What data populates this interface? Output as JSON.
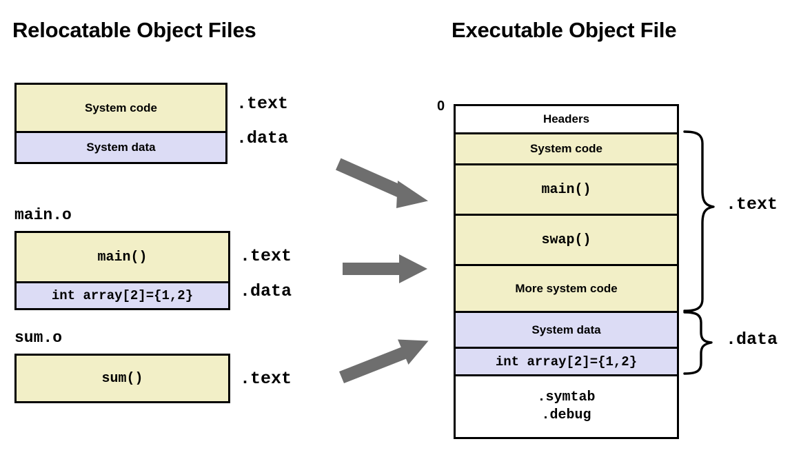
{
  "columns": {
    "left": {
      "title": "Relocatable Object Files",
      "files": [
        {
          "caption": "",
          "segments": [
            {
              "label": "System code",
              "style": "sans",
              "fill": "code",
              "tag": ".text"
            },
            {
              "label": "System data",
              "style": "sans",
              "fill": "data",
              "tag": ".data"
            }
          ]
        },
        {
          "caption": "main.o",
          "segments": [
            {
              "label": "main()",
              "style": "mono",
              "fill": "code",
              "tag": ".text"
            },
            {
              "label": "int array[2]={1,2}",
              "style": "mono-sm",
              "fill": "data",
              "tag": ".data"
            }
          ]
        },
        {
          "caption": "sum.o",
          "segments": [
            {
              "label": "sum()",
              "style": "mono",
              "fill": "code",
              "tag": ".text"
            }
          ]
        }
      ]
    },
    "right": {
      "title": "Executable Object File",
      "start_address": "0",
      "segments": [
        {
          "label": "Headers",
          "style": "sans",
          "fill": "none"
        },
        {
          "label": "System code",
          "style": "sans",
          "fill": "code"
        },
        {
          "label": "main()",
          "style": "mono",
          "fill": "code"
        },
        {
          "label": "swap()",
          "style": "mono",
          "fill": "code"
        },
        {
          "label": "More system code",
          "style": "sans",
          "fill": "code"
        },
        {
          "label": "System data",
          "style": "sans",
          "fill": "data"
        },
        {
          "label": "int array[2]={1,2}",
          "style": "mono-sm",
          "fill": "data"
        },
        {
          "label": ".symtab\n.debug",
          "style": "mono-two",
          "fill": "none"
        }
      ],
      "braces": [
        {
          "tag": ".text"
        },
        {
          "tag": ".data"
        }
      ]
    }
  },
  "arrows": [
    {
      "name": "arrow-system-objects-to-exec"
    },
    {
      "name": "arrow-main-o-to-exec"
    },
    {
      "name": "arrow-sum-o-to-exec"
    }
  ],
  "colors": {
    "code_fill": "#F2EFC7",
    "data_fill": "#DCDCF5",
    "other_fill": "#FFFFFF",
    "outline": "#000000",
    "arrow": "#6E6E6E"
  }
}
